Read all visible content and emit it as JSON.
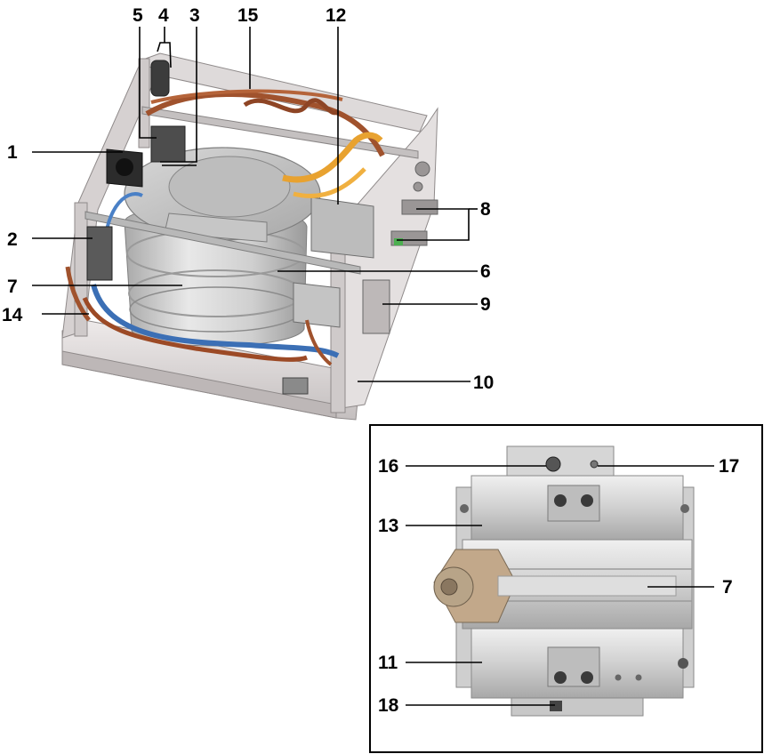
{
  "callouts": {
    "c1": "1",
    "c2": "2",
    "c3": "3",
    "c4": "4",
    "c5": "5",
    "c6": "6",
    "c7": "7",
    "c8": "8",
    "c9": "9",
    "c10": "10",
    "c12": "12",
    "c14": "14",
    "c15": "15",
    "c7b": "7",
    "c11": "11",
    "c13": "13",
    "c16": "16",
    "c17": "17",
    "c18": "18"
  },
  "colors": {
    "frame": "#d9d6d6",
    "frame_dark": "#9e9a9a",
    "drum": "#c8c8c8",
    "drum_light": "#e6e6e6",
    "copper_hose": "#a0522d",
    "blue_hose": "#3b6fb5",
    "orange_hose": "#e8a230",
    "component_dark": "#2a2a2a",
    "green_accent": "#4caf50"
  }
}
